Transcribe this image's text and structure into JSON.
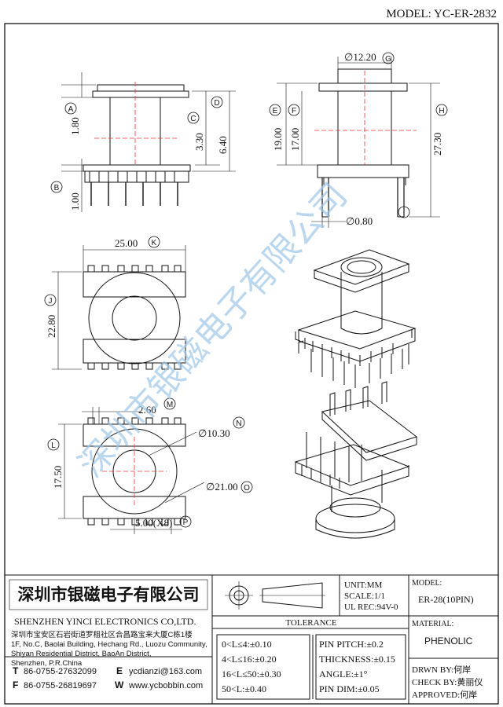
{
  "model_header": "MODEL: YC-ER-2832",
  "dimensions": {
    "a": "1.80",
    "b": "1.00",
    "c": "3.30",
    "d": "6.40",
    "e": "19.00",
    "f": "17.00",
    "g": "∅12.20",
    "h": "27.30",
    "i": "∅0.80",
    "j": "22.80",
    "k": "25.00",
    "l": "17.50",
    "m": "2.60",
    "n": "∅10.30",
    "o": "∅21.00",
    "p": "5.00(X8)"
  },
  "callouts": {
    "a": "A",
    "b": "B",
    "c": "C",
    "d": "D",
    "e": "E",
    "f": "F",
    "g": "G",
    "h": "H",
    "i": "I",
    "j": "J",
    "k": "K",
    "l": "L",
    "m": "M",
    "n": "N",
    "o": "O",
    "p": "P"
  },
  "watermark": "深圳市银磁电子有限公司",
  "title_block": {
    "company_cn": "深圳市银磁电子有限公司",
    "company_en": "SHENZHEN YINCI ELECTRONICS CO,LTD.",
    "address_cn": "深圳市宝安区石岩街道罗租社区合昌路宝来大厦C栋1楼",
    "address_en": [
      "1F, No.C, Baolai Building, Hechang Rd., Luozu Community,",
      "Shiyan Residential District, BaoAn District,",
      "Shenzhen, P.R.China"
    ],
    "tel_label": "T",
    "tel": "86-0755-27632099",
    "fax_label": "F",
    "fax": "86-0755-26819697",
    "email_label": "E",
    "email": "ycdianzi@163.com",
    "web_label": "W",
    "web": "www.ycbobbin.com",
    "unit": "UNIT:MM",
    "scale": "SCALE:1/1",
    "ul_rec": "UL REC:94V-0",
    "tolerance_title": "TOLERANCE",
    "tolerance_left": [
      "0<L≤4:±0.10",
      "4<L≤16:±0.20",
      "16<L≤50:±0.30",
      "50<L:±0.40"
    ],
    "tolerance_right": [
      "PIN PITCH:±0.2",
      "THICKNESS:±0.15",
      "ANGLE:±1°",
      "PIN DIM:±0.05"
    ],
    "model_label": "MODEL:",
    "model_value": "ER-28(10PIN)",
    "material_label": "MATERIAL:",
    "material_value": "PHENOLIC",
    "drawn_by": "DRWN BY:何岸",
    "check_by": "CHECK BY:黄丽仪",
    "approved": "APPROVED:何岸"
  }
}
